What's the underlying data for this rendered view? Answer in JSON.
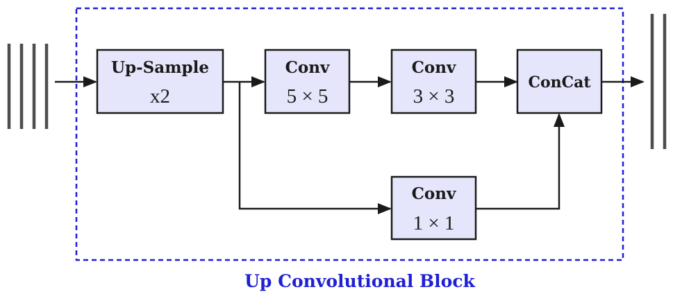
{
  "block": {
    "caption": "Up Convolutional Block",
    "border_color": "#1f1fd6"
  },
  "nodes": {
    "upsample": {
      "title": "Up-Sample",
      "sub": "x2"
    },
    "conv5": {
      "title": "Conv",
      "sub": "5 × 5"
    },
    "conv3": {
      "title": "Conv",
      "sub": "3 × 3"
    },
    "concat": {
      "title": "ConCat"
    },
    "conv1": {
      "title": "Conv",
      "sub": "1 × 1"
    }
  },
  "colors": {
    "node_fill": "#e5e5fb",
    "stroke": "#1a1a1a",
    "feature_bars": "#4d4d4d"
  }
}
